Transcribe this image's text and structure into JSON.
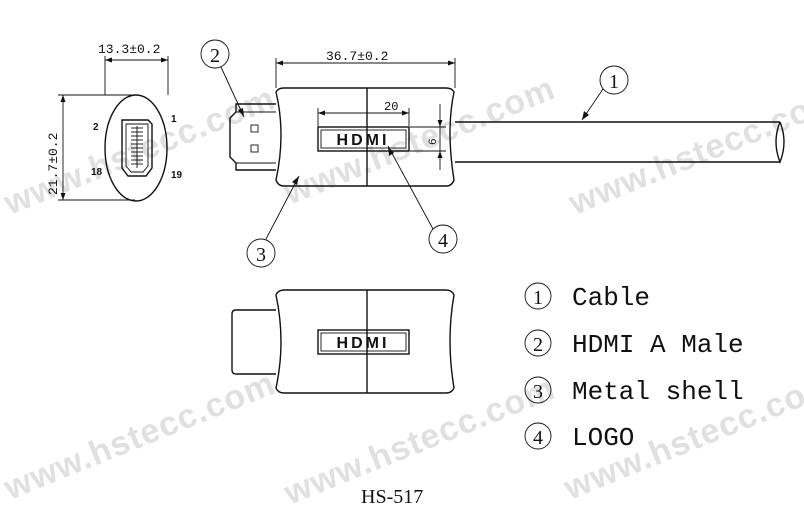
{
  "watermark": "www.hstecc.com",
  "dimensions": {
    "end_width": "13.3±0.2",
    "end_height": "21.7±0.2",
    "overall_length": "36.7±0.2",
    "logo_width": "20",
    "logo_height": "6"
  },
  "pins": {
    "p2": "2",
    "p1": "1",
    "p18": "18",
    "p19": "19"
  },
  "callouts": {
    "c1": "1",
    "c2": "2",
    "c3": "3",
    "c4": "4"
  },
  "logo_text": "HDMI",
  "legend": [
    {
      "num": "1",
      "label": "Cable"
    },
    {
      "num": "2",
      "label": "HDMI A Male"
    },
    {
      "num": "3",
      "label": "Metal shell"
    },
    {
      "num": "4",
      "label": "LOGO"
    }
  ],
  "model": "HS-517"
}
